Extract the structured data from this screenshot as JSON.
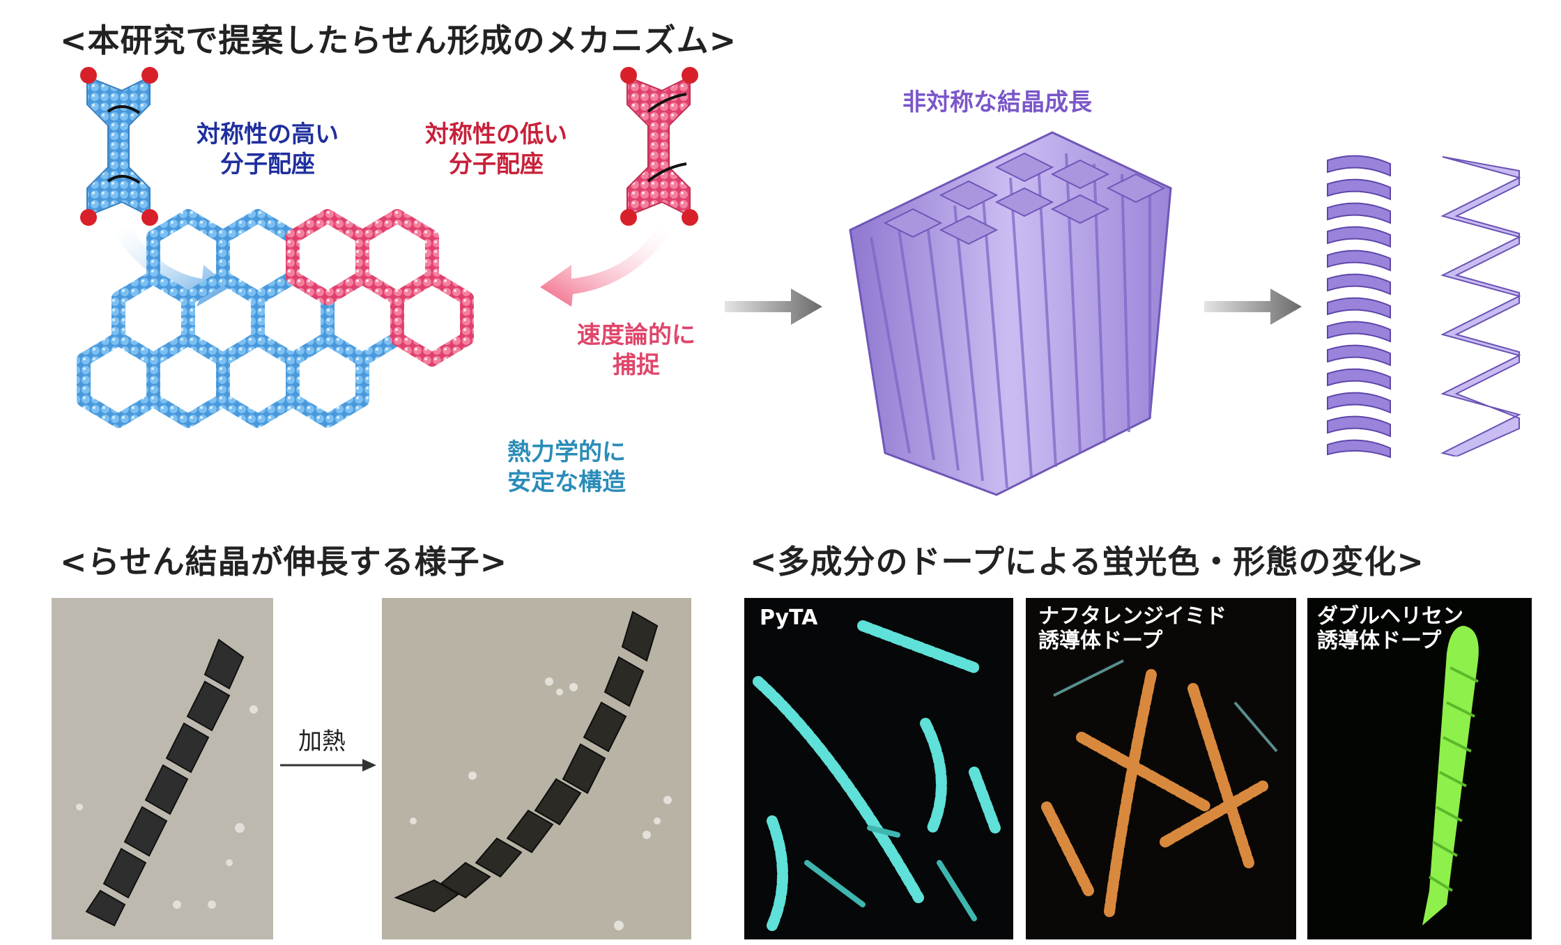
{
  "top": {
    "title": "<本研究で提案したらせん形成のメカニズム>",
    "label_high": [
      "対称性の高い",
      "分子配座"
    ],
    "label_low": [
      "対称性の低い",
      "分子配座"
    ],
    "label_kinetic": [
      "速度論的に",
      "捕捉"
    ],
    "label_thermo": [
      "熱力学的に",
      "安定な構造"
    ],
    "label_growth": "非対称な結晶成長"
  },
  "bottom_left": {
    "title": "<らせん結晶が伸長する様子>",
    "arrow_label": "加熱"
  },
  "bottom_right": {
    "title": "<多成分のドープによる蛍光色・形態の変化>",
    "panels": [
      {
        "label": [
          "PyTA"
        ]
      },
      {
        "label": [
          "ナフタレンジイミド",
          "誘導体ドープ"
        ]
      },
      {
        "label": [
          "ダブルヘリセン",
          "誘導体ドープ"
        ]
      }
    ]
  },
  "colors": {
    "blue_label": "#1f2f9e",
    "red_label": "#c8203a",
    "pink_label": "#e0456a",
    "teal_label": "#2a8cb8",
    "purple_label": "#7a56c9",
    "blue_molecule": "#56a8e8",
    "pink_molecule": "#ee5d84",
    "purple_crystal": "#b6a3e6",
    "cyan_fluor": "#5fe0d8",
    "orange_fluor": "#d9893e",
    "green_fluor": "#8ef04a"
  }
}
